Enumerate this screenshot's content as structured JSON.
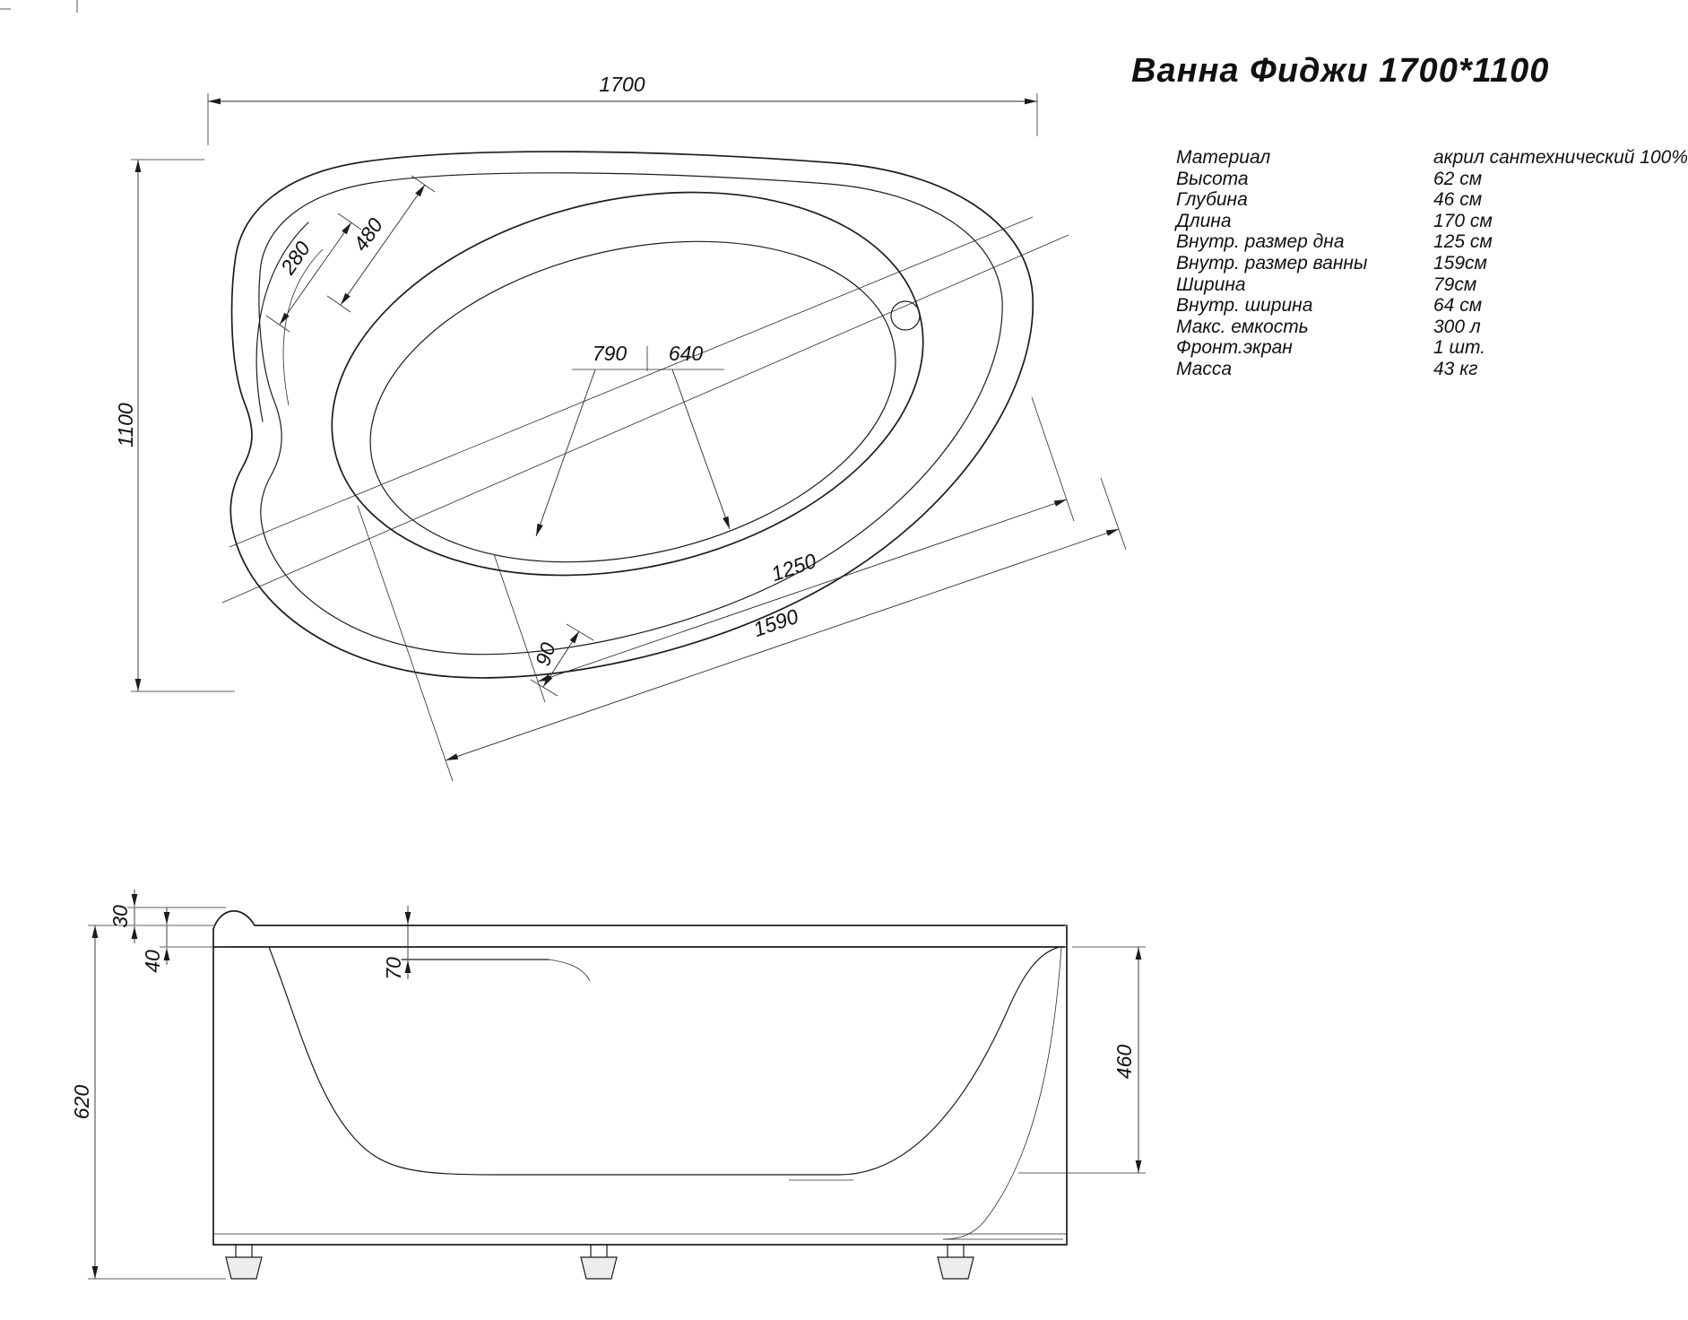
{
  "title": "Ванна Фиджи 1700*1100",
  "specs": [
    {
      "label": "Материал",
      "value": "акрил сантехнический 100%"
    },
    {
      "label": "Высота",
      "value": "62 см"
    },
    {
      "label": "Глубина",
      "value": "46 см"
    },
    {
      "label": "Длина",
      "value": "170 см"
    },
    {
      "label": "Внутр. размер дна",
      "value": "125 см"
    },
    {
      "label": "Внутр. размер ванны",
      "value": "159см"
    },
    {
      "label": "Ширина",
      "value": "79см"
    },
    {
      "label": "Внутр. ширина",
      "value": "64 см"
    },
    {
      "label": "Макс. емкость",
      "value": "300 л"
    },
    {
      "label": "Фронт.экран",
      "value": "1 шт."
    },
    {
      "label": "Масса",
      "value": "43 кг"
    }
  ],
  "top_view": {
    "dims": {
      "length": "1700",
      "width": "1100",
      "headrest_inner": "280",
      "headrest_outer": "480",
      "outer_width": "790",
      "inner_width": "640",
      "rim": "90",
      "bottom_length": "1250",
      "inner_length": "1590"
    }
  },
  "side_view": {
    "dims": {
      "lip": "30",
      "rim": "40",
      "height": "620",
      "ledge": "70",
      "depth": "460"
    }
  }
}
